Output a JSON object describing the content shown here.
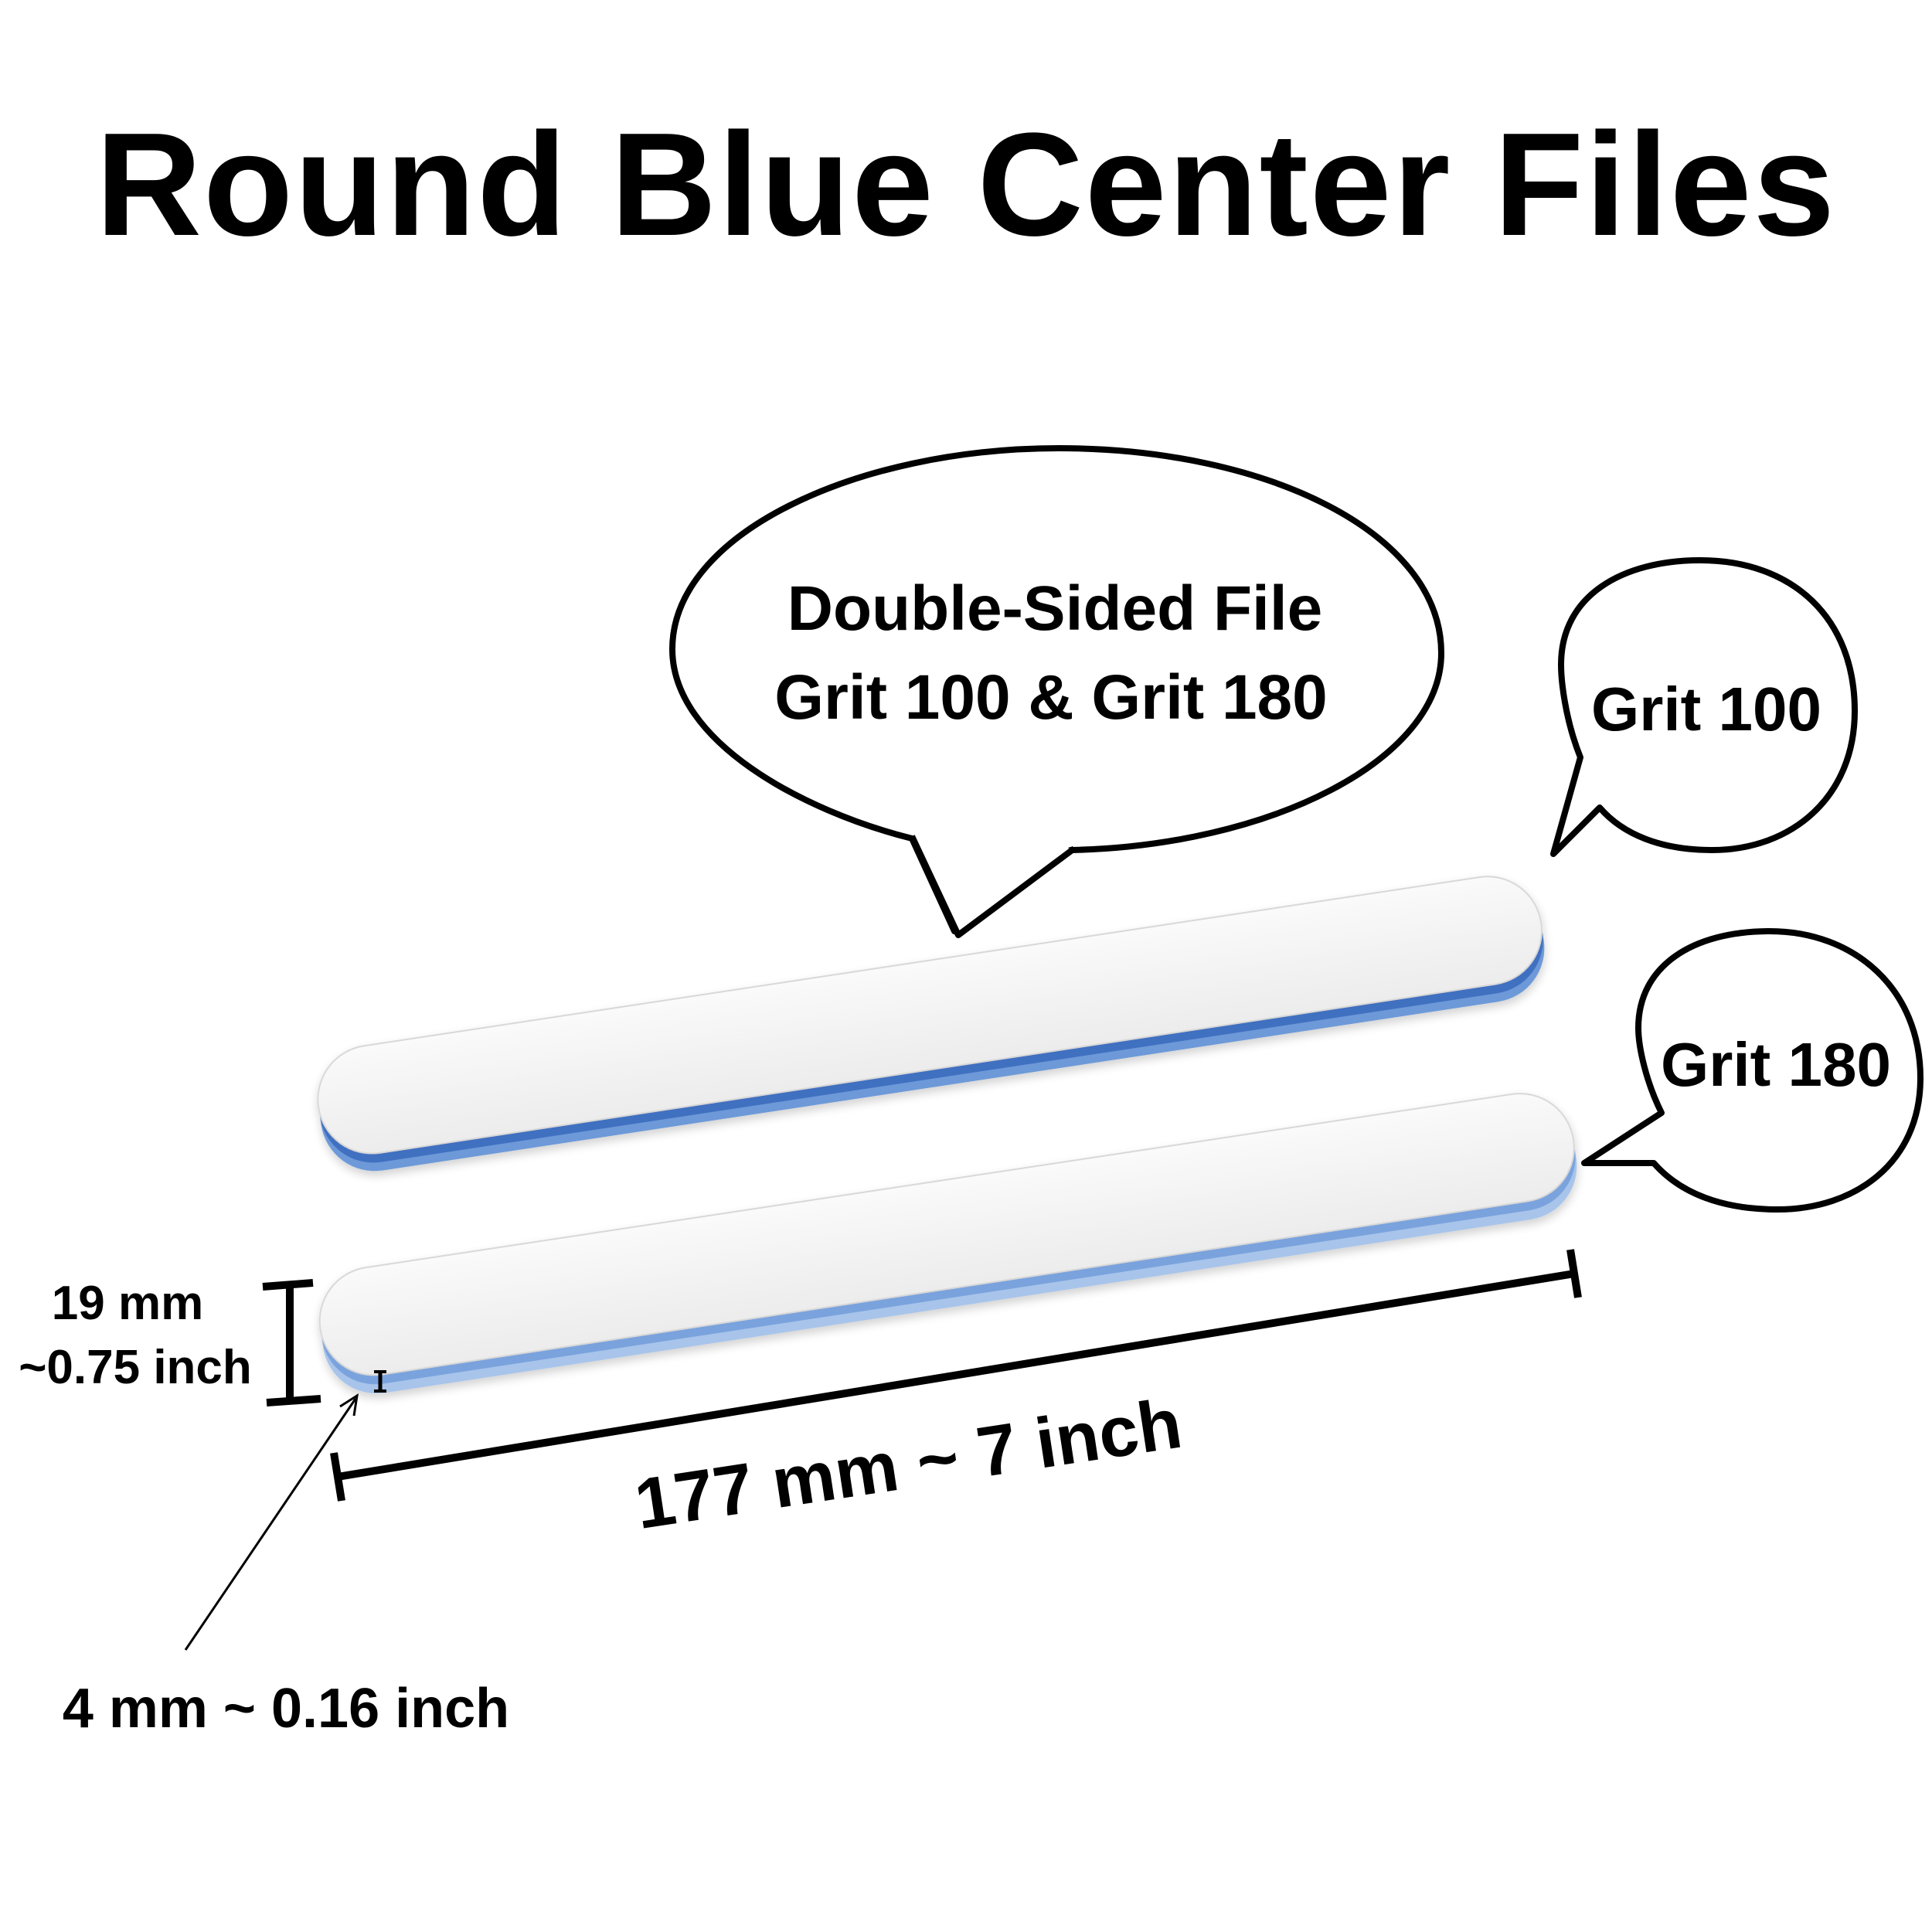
{
  "title": "Round Blue Center Files",
  "callouts": {
    "double_sided_line1": "Double-Sided File",
    "double_sided_line2": "Grit 100 & Grit 180",
    "grit_top": "Grit 100",
    "grit_bottom": "Grit 180"
  },
  "dimensions": {
    "length": "177 mm ~ 7  inch",
    "width_line1": "19 mm",
    "width_line2": "~0.75 inch",
    "thickness": "4 mm ~ 0.16 inch"
  },
  "colors": {
    "file_face": "#ffffff",
    "file_core": "#5b8fd6",
    "outline": "#000000"
  }
}
